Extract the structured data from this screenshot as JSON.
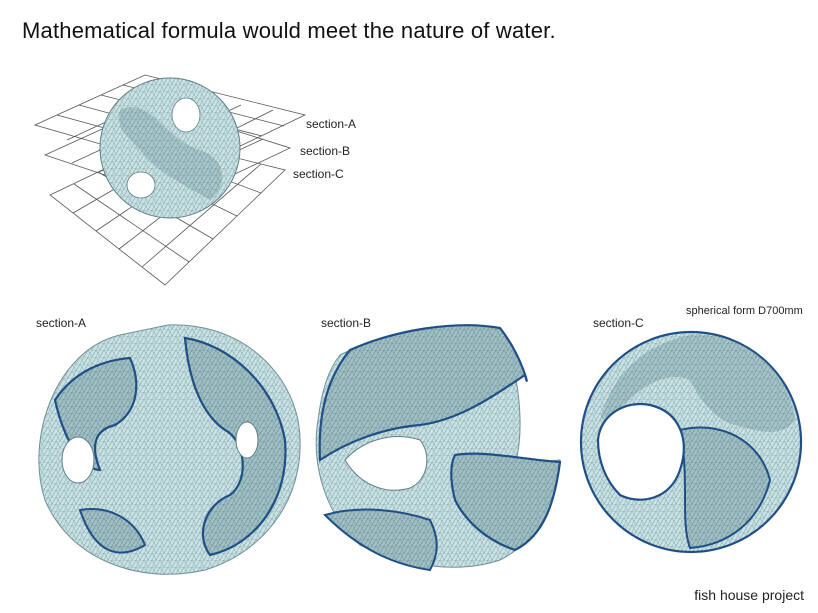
{
  "title": "Mathematical formula would meet the nature of water.",
  "overview": {
    "section_labels": [
      "section-A",
      "section-B",
      "section-C"
    ]
  },
  "sections": [
    {
      "label": "section-A"
    },
    {
      "label": "section-B"
    },
    {
      "label": "section-C"
    }
  ],
  "spec_note": "spherical form D700mm",
  "footer": "fish house project",
  "colors": {
    "mesh_fill": "#c9e2e4",
    "mesh_dark": "#9fc2c6",
    "mesh_line": "#5f7f86",
    "outline": "#1f4f86",
    "plane_line": "#555555"
  }
}
